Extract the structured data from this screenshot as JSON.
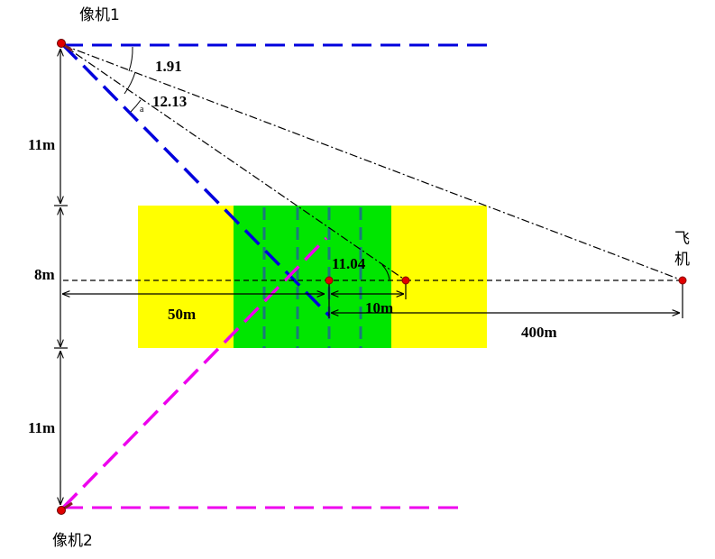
{
  "labels": {
    "camera1": "像机1",
    "camera2": "像机2",
    "aircraft_line1": "飞",
    "aircraft_line2": "机",
    "angle_small": "1.91",
    "angle_large": "12.13",
    "angle_marker": "a",
    "angle_target": "11.04",
    "dist_top": "11m",
    "dist_mid": "8m",
    "dist_bottom": "11m",
    "dist_50": "50m",
    "dist_10": "10m",
    "dist_400": "400m"
  },
  "colors": {
    "yellow_zone": "#ffff00",
    "green_zone": "#00e600",
    "camera1_line": "#0000dd",
    "camera2_line": "#ee00ee",
    "lane_lines": "#1a7a7a",
    "marker": "#e00000"
  }
}
